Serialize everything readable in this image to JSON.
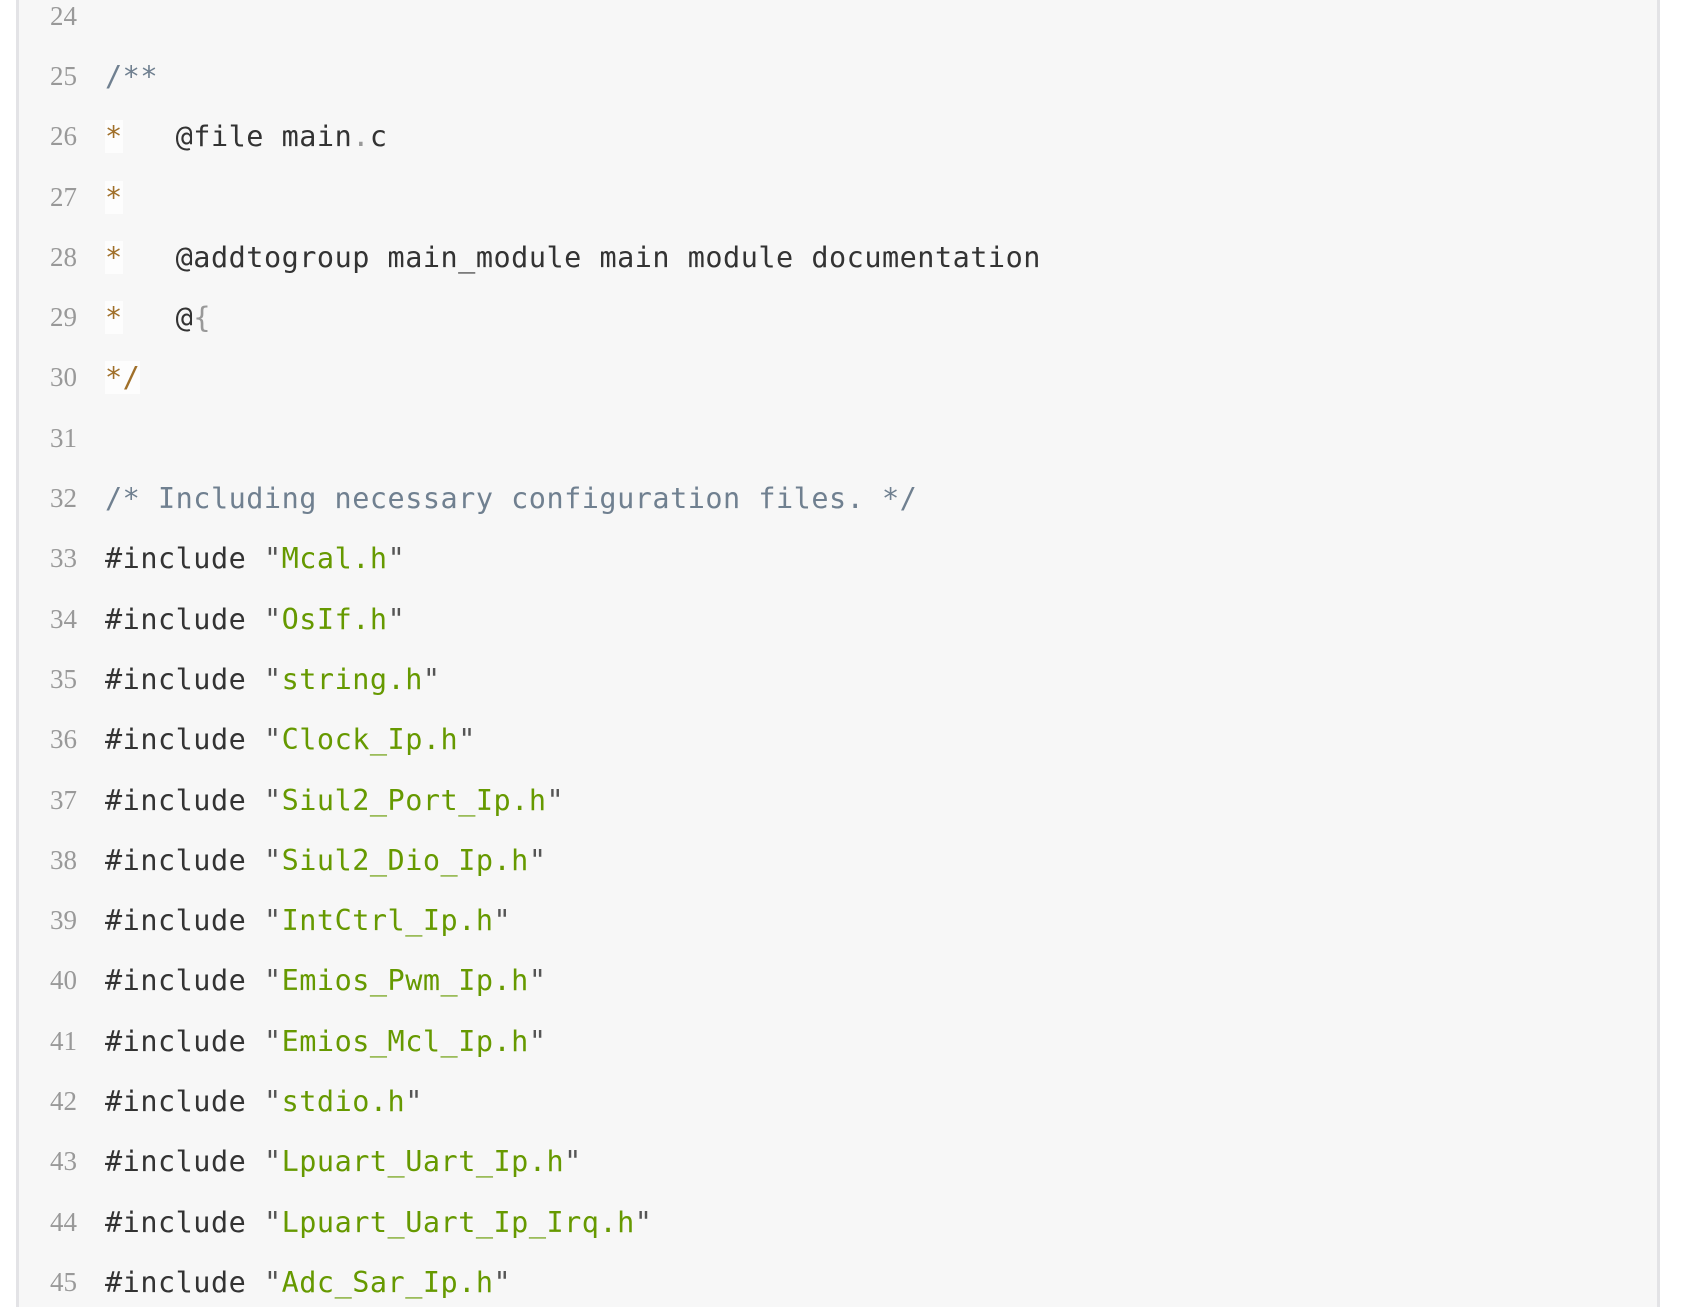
{
  "colors": {
    "background": "#f7f7f7",
    "comment": "#708090",
    "string": "#669900",
    "star": "#a0702a",
    "line_number": "#999999"
  },
  "lines": [
    {
      "n": "24",
      "tokens": []
    },
    {
      "n": "25",
      "tokens": [
        {
          "t": "comment",
          "v": "/**"
        }
      ]
    },
    {
      "n": "26",
      "tokens": [
        {
          "t": "star",
          "v": "*"
        },
        {
          "t": "plain",
          "v": "   @file main"
        },
        {
          "t": "punct",
          "v": "."
        },
        {
          "t": "plain",
          "v": "c"
        }
      ]
    },
    {
      "n": "27",
      "tokens": [
        {
          "t": "star",
          "v": "*"
        }
      ]
    },
    {
      "n": "28",
      "tokens": [
        {
          "t": "star",
          "v": "*"
        },
        {
          "t": "plain",
          "v": "   @addtogroup main_module main module documentation"
        }
      ]
    },
    {
      "n": "29",
      "tokens": [
        {
          "t": "star",
          "v": "*"
        },
        {
          "t": "plain",
          "v": "   @"
        },
        {
          "t": "punct",
          "v": "{"
        }
      ]
    },
    {
      "n": "30",
      "tokens": [
        {
          "t": "star",
          "v": "*/"
        }
      ]
    },
    {
      "n": "31",
      "tokens": []
    },
    {
      "n": "32",
      "tokens": [
        {
          "t": "comment",
          "v": "/* Including necessary configuration files. */"
        }
      ]
    },
    {
      "n": "33",
      "tokens": [
        {
          "t": "plain",
          "v": "#include "
        },
        {
          "t": "quote",
          "v": "\""
        },
        {
          "t": "string",
          "v": "Mcal.h"
        },
        {
          "t": "quote",
          "v": "\""
        }
      ]
    },
    {
      "n": "34",
      "tokens": [
        {
          "t": "plain",
          "v": "#include "
        },
        {
          "t": "quote",
          "v": "\""
        },
        {
          "t": "string",
          "v": "OsIf.h"
        },
        {
          "t": "quote",
          "v": "\""
        }
      ]
    },
    {
      "n": "35",
      "tokens": [
        {
          "t": "plain",
          "v": "#include "
        },
        {
          "t": "quote",
          "v": "\""
        },
        {
          "t": "string",
          "v": "string.h"
        },
        {
          "t": "quote",
          "v": "\""
        }
      ]
    },
    {
      "n": "36",
      "tokens": [
        {
          "t": "plain",
          "v": "#include "
        },
        {
          "t": "quote",
          "v": "\""
        },
        {
          "t": "string",
          "v": "Clock_Ip.h"
        },
        {
          "t": "quote",
          "v": "\""
        }
      ]
    },
    {
      "n": "37",
      "tokens": [
        {
          "t": "plain",
          "v": "#include "
        },
        {
          "t": "quote",
          "v": "\""
        },
        {
          "t": "string",
          "v": "Siul2_Port_Ip.h"
        },
        {
          "t": "quote",
          "v": "\""
        }
      ]
    },
    {
      "n": "38",
      "tokens": [
        {
          "t": "plain",
          "v": "#include "
        },
        {
          "t": "quote",
          "v": "\""
        },
        {
          "t": "string",
          "v": "Siul2_Dio_Ip.h"
        },
        {
          "t": "quote",
          "v": "\""
        }
      ]
    },
    {
      "n": "39",
      "tokens": [
        {
          "t": "plain",
          "v": "#include "
        },
        {
          "t": "quote",
          "v": "\""
        },
        {
          "t": "string",
          "v": "IntCtrl_Ip.h"
        },
        {
          "t": "quote",
          "v": "\""
        }
      ]
    },
    {
      "n": "40",
      "tokens": [
        {
          "t": "plain",
          "v": "#include "
        },
        {
          "t": "quote",
          "v": "\""
        },
        {
          "t": "string",
          "v": "Emios_Pwm_Ip.h"
        },
        {
          "t": "quote",
          "v": "\""
        }
      ]
    },
    {
      "n": "41",
      "tokens": [
        {
          "t": "plain",
          "v": "#include "
        },
        {
          "t": "quote",
          "v": "\""
        },
        {
          "t": "string",
          "v": "Emios_Mcl_Ip.h"
        },
        {
          "t": "quote",
          "v": "\""
        }
      ]
    },
    {
      "n": "42",
      "tokens": [
        {
          "t": "plain",
          "v": "#include "
        },
        {
          "t": "quote",
          "v": "\""
        },
        {
          "t": "string",
          "v": "stdio.h"
        },
        {
          "t": "quote",
          "v": "\""
        }
      ]
    },
    {
      "n": "43",
      "tokens": [
        {
          "t": "plain",
          "v": "#include "
        },
        {
          "t": "quote",
          "v": "\""
        },
        {
          "t": "string",
          "v": "Lpuart_Uart_Ip.h"
        },
        {
          "t": "quote",
          "v": "\""
        }
      ]
    },
    {
      "n": "44",
      "tokens": [
        {
          "t": "plain",
          "v": "#include "
        },
        {
          "t": "quote",
          "v": "\""
        },
        {
          "t": "string",
          "v": "Lpuart_Uart_Ip_Irq.h"
        },
        {
          "t": "quote",
          "v": "\""
        }
      ]
    },
    {
      "n": "45",
      "tokens": [
        {
          "t": "plain",
          "v": "#include "
        },
        {
          "t": "quote",
          "v": "\""
        },
        {
          "t": "string",
          "v": "Adc_Sar_Ip.h"
        },
        {
          "t": "quote",
          "v": "\""
        }
      ]
    }
  ]
}
